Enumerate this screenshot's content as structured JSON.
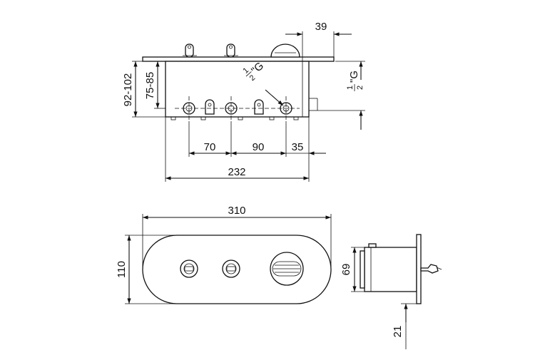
{
  "dimensions": {
    "top_depth_39": "39",
    "height_92_102": "92-102",
    "height_75_85": "75-85",
    "spacing_70": "70",
    "spacing_90": "90",
    "offset_35": "35",
    "width_232": "232",
    "width_310": "310",
    "height_110": "110",
    "depth_69": "69",
    "depth_21": "21"
  },
  "thread_label": {
    "numerator": "1",
    "denominator": "2",
    "suffix": "\"G"
  }
}
